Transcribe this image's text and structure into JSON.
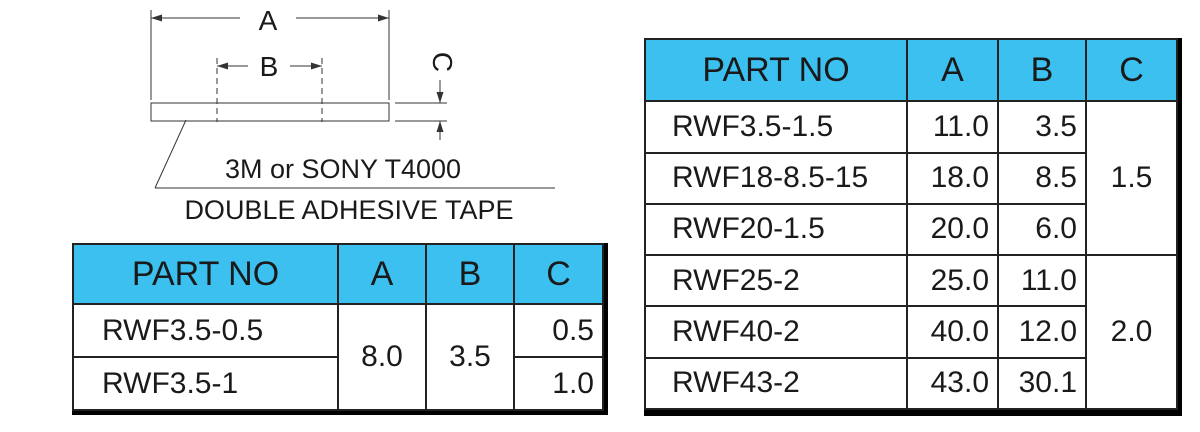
{
  "diagram": {
    "dim_a": "A",
    "dim_b": "B",
    "dim_c": "C",
    "note_line1": "3M or SONY T4000",
    "note_line2": "DOUBLE ADHESIVE TAPE"
  },
  "small_table": {
    "headers": [
      "PART NO",
      "A",
      "B",
      "C"
    ],
    "rows": [
      {
        "part": "RWF3.5-0.5",
        "c": "0.5"
      },
      {
        "part": "RWF3.5-1",
        "c": "1.0"
      }
    ],
    "a_merged": "8.0",
    "b_merged": "3.5"
  },
  "large_table": {
    "headers": [
      "PART NO",
      "A",
      "B",
      "C"
    ],
    "rows": [
      {
        "part": "RWF3.5-1.5",
        "a": "11.0",
        "b": "3.5"
      },
      {
        "part": "RWF18-8.5-15",
        "a": "18.0",
        "b": "8.5"
      },
      {
        "part": "RWF20-1.5",
        "a": "20.0",
        "b": "6.0"
      },
      {
        "part": "RWF25-2",
        "a": "25.0",
        "b": "11.0"
      },
      {
        "part": "RWF40-2",
        "a": "40.0",
        "b": "12.0"
      },
      {
        "part": "RWF43-2",
        "a": "43.0",
        "b": "30.1"
      }
    ],
    "c_group1": "1.5",
    "c_group2": "2.0"
  },
  "colors": {
    "header_bg": "#3cc0f0",
    "line": "#222222"
  }
}
